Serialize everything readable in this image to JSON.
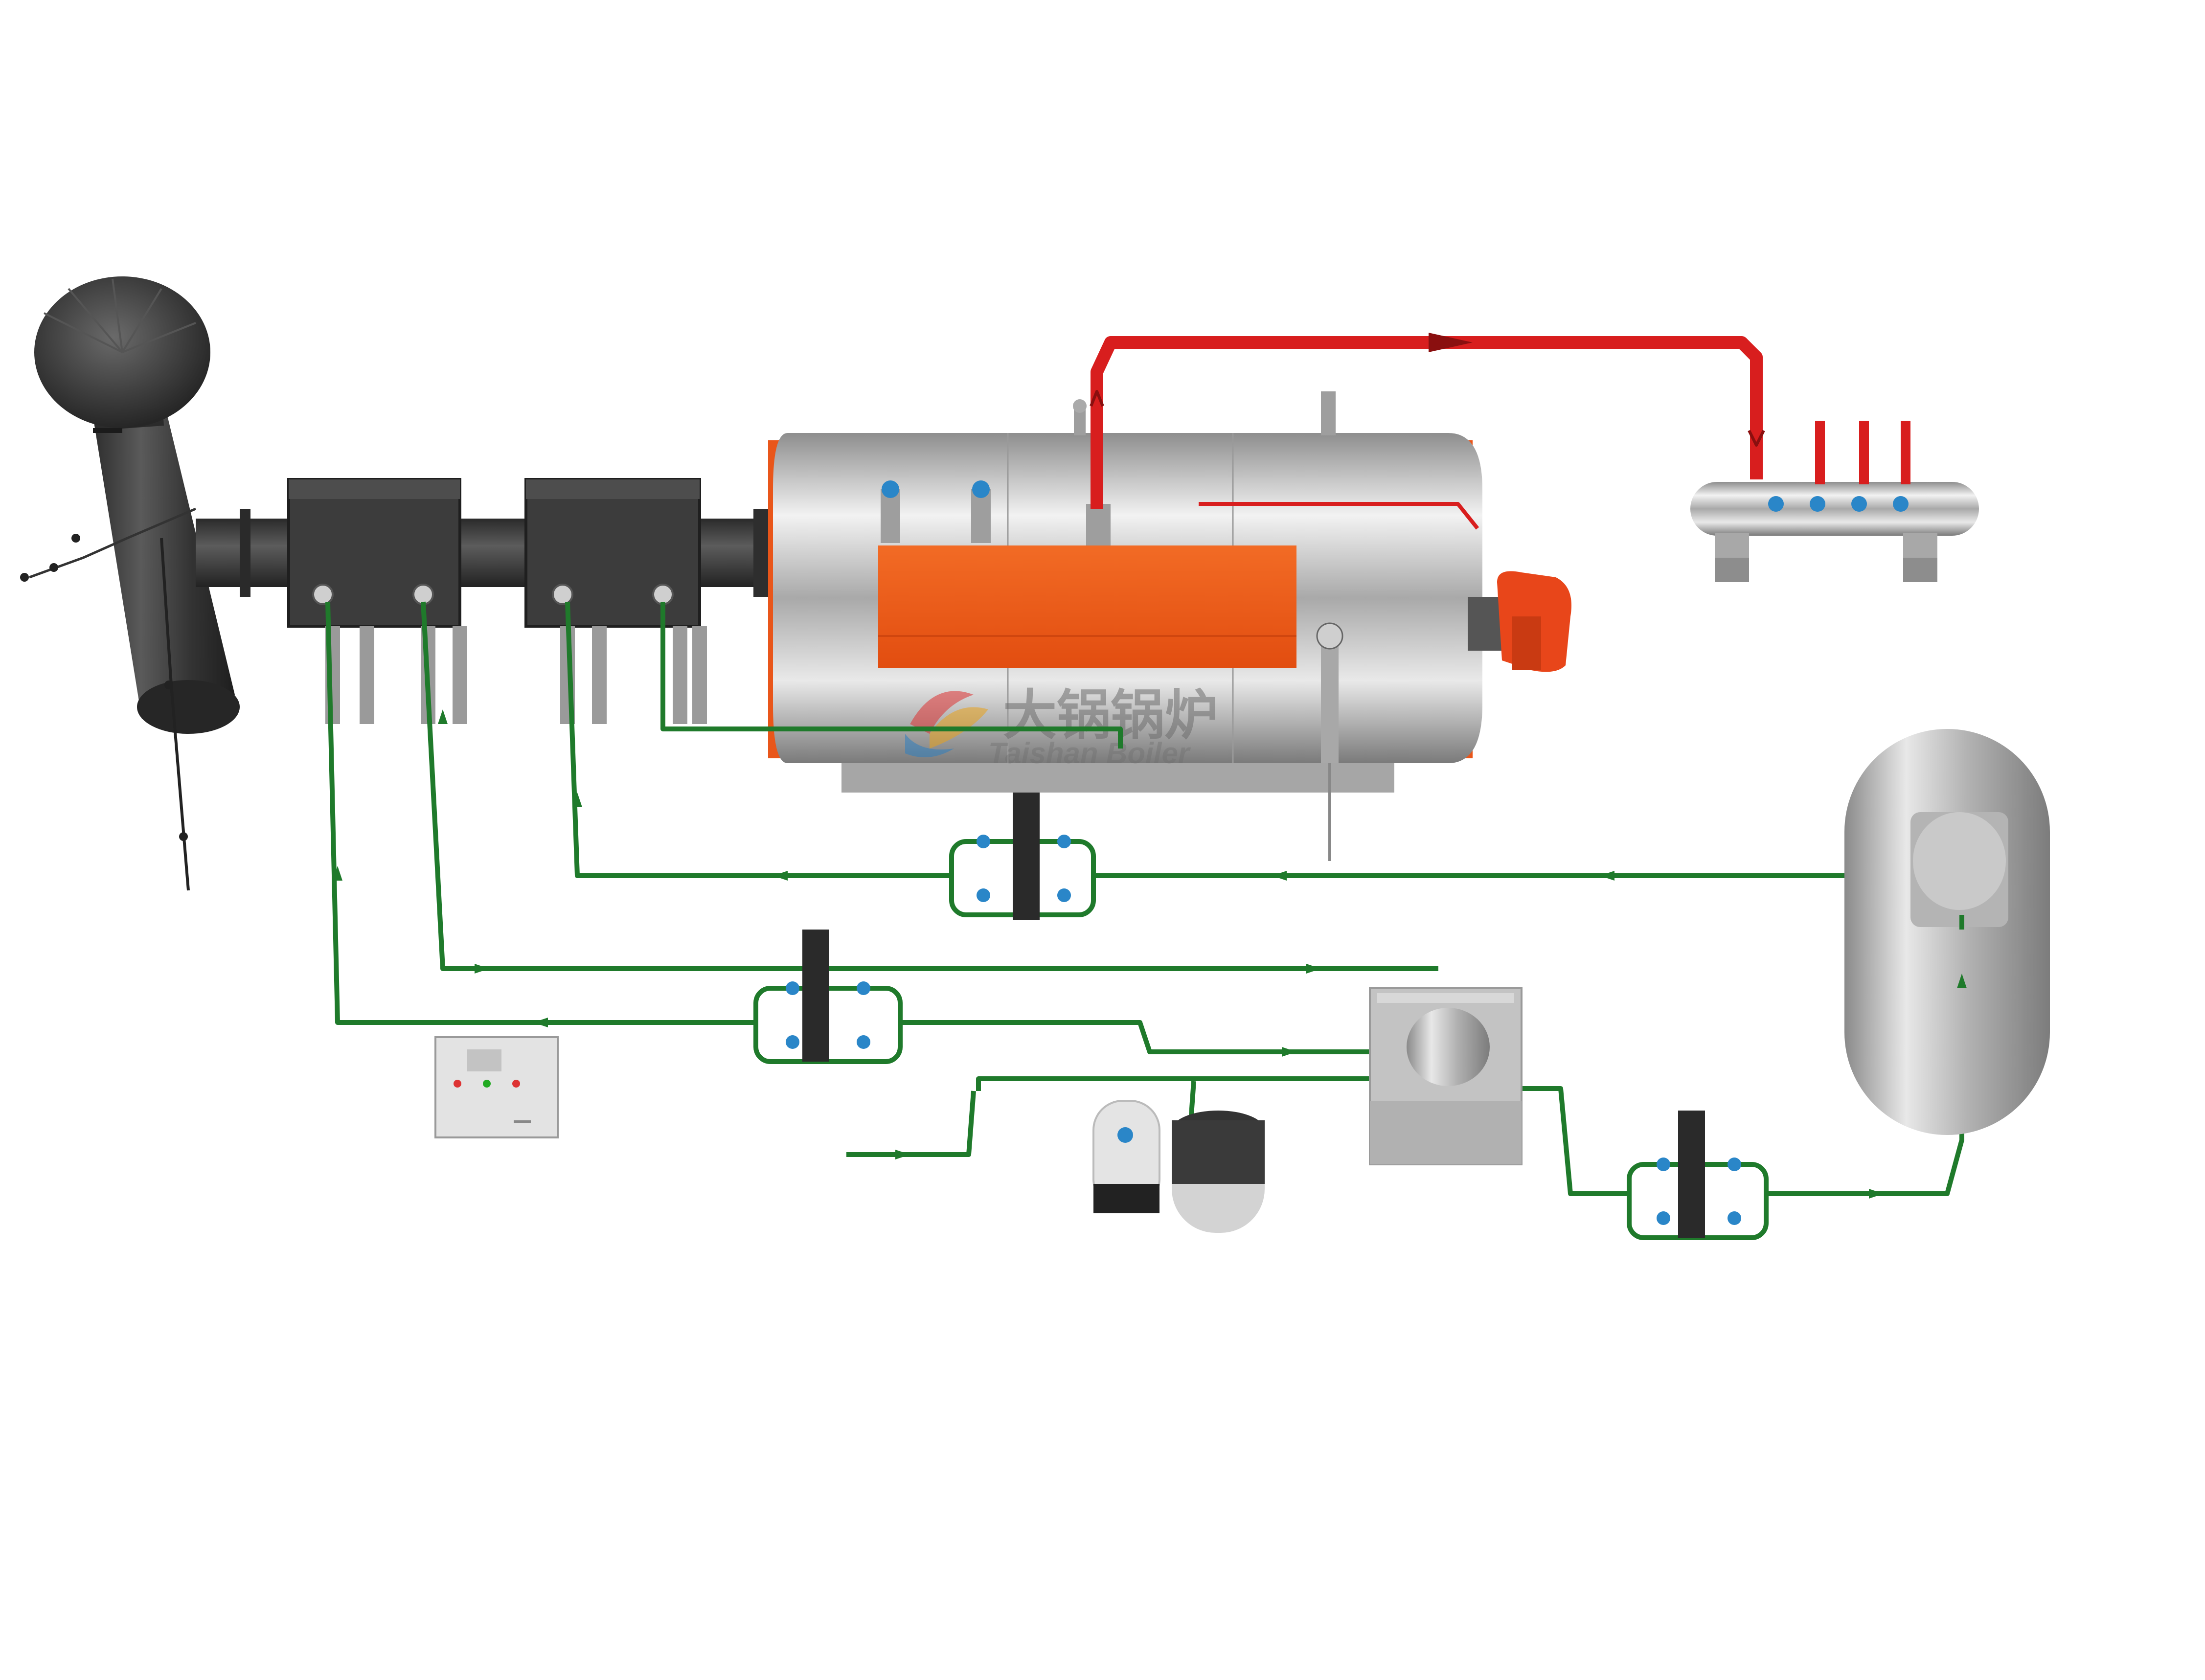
{
  "watermark": {
    "cn": "大锅锅炉",
    "en": "Taishan Boiler"
  },
  "colors": {
    "steam_pipe": "#d81e1e",
    "water_pipe": "#1f7a2b",
    "boiler_panel": "#ea5a17",
    "burner": "#e8461a",
    "valve": "#2a86c8",
    "dark_steel": "#3b3b3b"
  },
  "components": [
    "chimney",
    "economizer-1",
    "economizer-2",
    "boiler",
    "burner",
    "steam-header",
    "deaerator-tank",
    "water-tank",
    "softener",
    "brine-tank",
    "control-cabinet",
    "feed-pump-group-1",
    "feed-pump-group-2",
    "feed-pump-group-3"
  ]
}
